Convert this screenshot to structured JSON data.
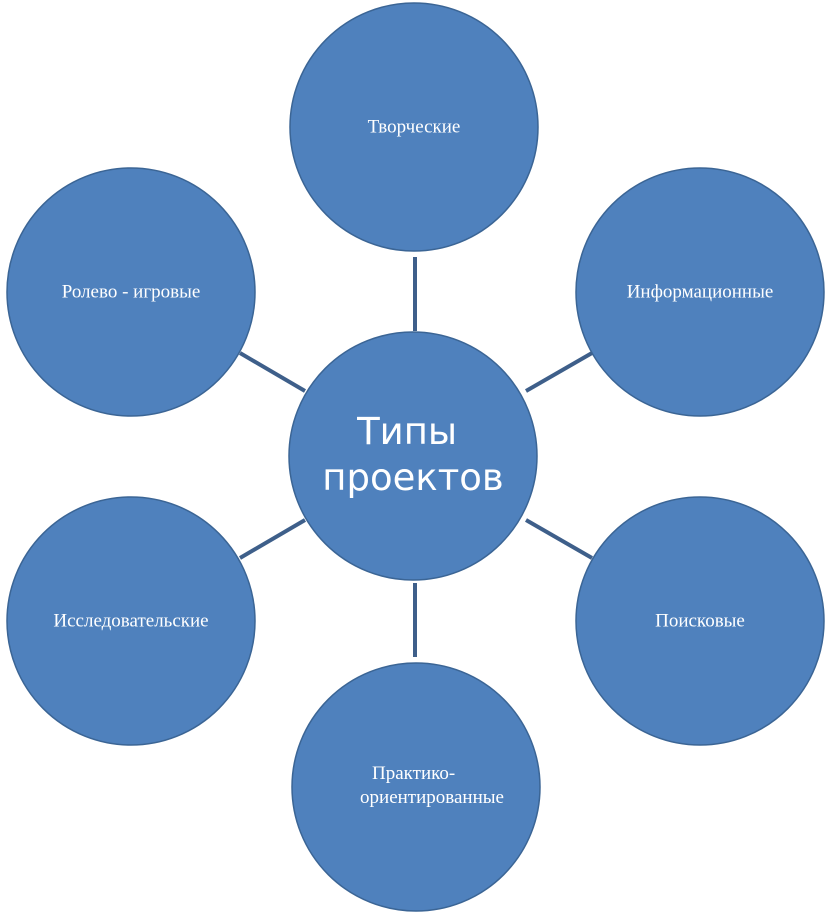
{
  "diagram": {
    "center": {
      "label_lines": [
        "Типы",
        "проектов"
      ]
    },
    "nodes": [
      {
        "id": "tvorcheskie",
        "label_lines": [
          "Творческие"
        ]
      },
      {
        "id": "informatsionnye",
        "label_lines": [
          "Информационные"
        ]
      },
      {
        "id": "poiskovye",
        "label_lines": [
          "Поисковые"
        ]
      },
      {
        "id": "praktiko",
        "label_lines": [
          "Практико-",
          "ориентированные"
        ]
      },
      {
        "id": "issledovatelskie",
        "label_lines": [
          "Исследовательские"
        ]
      },
      {
        "id": "rolevo",
        "label_lines": [
          "Ролево - игровые"
        ]
      }
    ],
    "colors": {
      "circle_fill": "#4f81bd",
      "circle_stroke": "#3b6595",
      "connector": "#3e5f8a",
      "text": "#ffffff"
    }
  }
}
